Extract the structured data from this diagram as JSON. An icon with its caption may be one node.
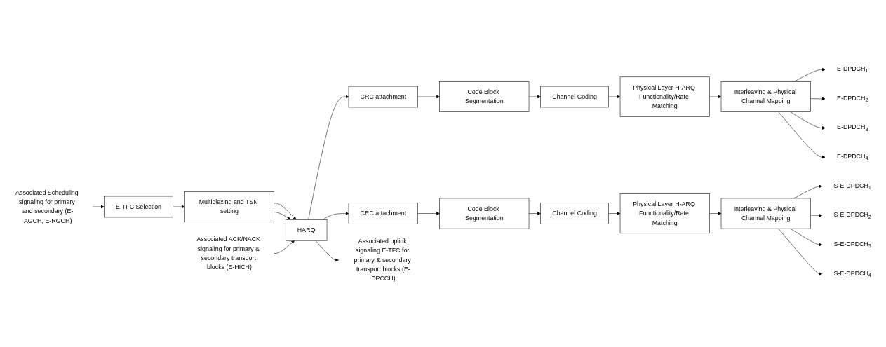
{
  "diagram": {
    "nodes": [
      {
        "text": [
          "Multiplexing and TSN setting"
        ]
      },
      {
        "text": [
          "HARQ"
        ]
      },
      {
        "text": [
          "CRC attachment"
        ]
      },
      {
        "text": [
          "Code Block Segmentation"
        ]
      },
      {
        "text": [
          "Channel Coding"
        ]
      },
      {
        "text": [
          "Physical Layer H-ARQ Functionality/Rate Matching"
        ]
      },
      {
        "text": [
          "Interleaving & Physical Channel Mapping"
        ]
      },
      {
        "text": [
          "E-DPDCH$_{1}$"
        ]
      },
      {
        "text": [
          "E-DPDCH$_{2}$"
        ]
      },
      {
        "text": [
          "E-DPDCH$_{3}$"
        ]
      },
      {
        "text": [
          "E-DPDCH$_{4}$"
        ]
      },
      {
        "text": [
          "CRC attachment"
        ]
      },
      {
        "text": [
          "Code Block Segmentation"
        ]
      },
      {
        "text": [
          "Channel Coding"
        ]
      },
      {
        "text": [
          "Physical Layer H-ARQ Functionality/Rate Matching"
        ]
      },
      {
        "text": [
          "Interleaving & Physical Channel Mapping"
        ]
      },
      {
        "text": [
          "S-E-DPDCH$_{1}$"
        ]
      },
      {
        "text": [
          "S-E-DPDCH$_{2}$"
        ]
      },
      {
        "text": [
          "S-E-DPDCH$_{3}$"
        ]
      },
      {
        "text": [
          "S-E-DPDCH$_{4}$"
        ]
      },
      {
        "text": [
          "E-TFC Selection"
        ]
      },
      {
        "text": [
          "Associated uplink signaling E-TFC for primary & secondary transport blocks (E-DPCCH)"
        ]
      },
      {
        "text": [
          "Associated ACK/NACK signaling for primary & secondary transport blocks (E-HICH)"
        ]
      },
      {
        "text": [
          "Associated Scheduling signaling for primary and secondary (E-AGCH, E-RGCH)"
        ]
      }
    ],
    "edges": [
      {
        "from": 0,
        "to": 1,
        "arrow": "to"
      },
      {
        "from": 0,
        "to": 1,
        "arrow": "to"
      },
      {
        "from": 1,
        "to": 2,
        "arrow": "to"
      },
      {
        "from": 2,
        "to": 3,
        "arrow": "to"
      },
      {
        "from": 3,
        "to": 4,
        "arrow": "to"
      },
      {
        "from": 4,
        "to": 5,
        "arrow": "to"
      },
      {
        "from": 5,
        "to": 6,
        "arrow": "to"
      },
      {
        "from": 6,
        "to": 7,
        "arrow": "to"
      },
      {
        "from": 6,
        "to": 8,
        "arrow": "to"
      },
      {
        "from": 6,
        "to": 9,
        "arrow": "to"
      },
      {
        "from": 6,
        "to": 10,
        "arrow": "to"
      },
      {
        "from": 1,
        "to": 11,
        "arrow": "to"
      },
      {
        "from": 11,
        "to": 12,
        "arrow": "to"
      },
      {
        "from": 12,
        "to": 13,
        "arrow": "to"
      },
      {
        "from": 13,
        "to": 14,
        "arrow": "to"
      },
      {
        "from": 14,
        "to": 15,
        "arrow": "to"
      },
      {
        "from": 15,
        "to": 16,
        "arrow": "to"
      },
      {
        "from": 15,
        "to": 17,
        "arrow": "to"
      },
      {
        "from": 15,
        "to": 18,
        "arrow": "to"
      },
      {
        "from": 15,
        "to": 19,
        "arrow": "to"
      },
      {
        "from": 20,
        "to": 0,
        "arrow": "to"
      },
      {
        "from": 1,
        "to": 21,
        "arrow": "to"
      },
      {
        "from": 22,
        "to": 1,
        "arrow": "to"
      },
      {
        "from": 23,
        "to": 20,
        "arrow": "to"
      }
    ]
  }
}
